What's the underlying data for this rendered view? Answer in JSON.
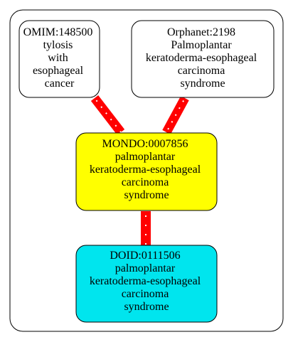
{
  "nodes": [
    {
      "id": "omim",
      "lines": [
        "OMIM:148500",
        "tylosis",
        "with",
        "esophageal",
        "cancer"
      ],
      "fill": "#ffffff"
    },
    {
      "id": "orphanet",
      "lines": [
        "Orphanet:2198",
        "Palmoplantar",
        "keratoderma-esophageal",
        "carcinoma",
        "syndrome"
      ],
      "fill": "#ffffff"
    },
    {
      "id": "mondo",
      "lines": [
        "MONDO:0007856",
        "palmoplantar",
        "keratoderma-esophageal",
        "carcinoma",
        "syndrome"
      ],
      "fill": "#ffff00"
    },
    {
      "id": "doid",
      "lines": [
        "DOID:0111506",
        "palmoplantar",
        "keratoderma-esophageal",
        "carcinoma",
        "syndrome"
      ],
      "fill": "#00e5ee"
    }
  ],
  "edges": [
    {
      "from": "omim",
      "to": "mondo",
      "color": "#ff0000"
    },
    {
      "from": "orphanet",
      "to": "mondo",
      "color": "#ff0000"
    },
    {
      "from": "mondo",
      "to": "doid",
      "color": "#ff0000"
    }
  ]
}
